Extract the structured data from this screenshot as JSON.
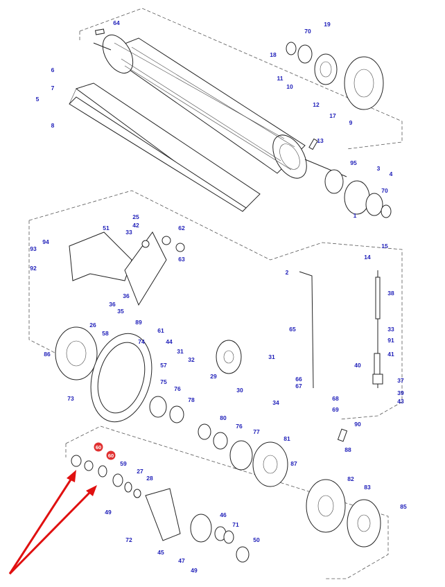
{
  "diagram": {
    "labels": [
      "64",
      "6",
      "7",
      "5",
      "8",
      "70",
      "19",
      "18",
      "11",
      "10",
      "12",
      "17",
      "9",
      "13",
      "95",
      "3",
      "4",
      "70",
      "1",
      "25",
      "42",
      "33",
      "51",
      "62",
      "63",
      "94",
      "93",
      "92",
      "36",
      "36",
      "35",
      "89",
      "26",
      "58",
      "74",
      "61",
      "44",
      "31",
      "32",
      "86",
      "57",
      "73",
      "29",
      "31",
      "30",
      "34",
      "75",
      "76",
      "78",
      "80",
      "76",
      "77",
      "2",
      "65",
      "15",
      "14",
      "38",
      "33",
      "91",
      "41",
      "40",
      "37",
      "39",
      "43",
      "66",
      "67",
      "68",
      "69",
      "90",
      "88",
      "81",
      "87",
      "82",
      "83",
      "85",
      "60",
      "60",
      "59",
      "27",
      "28",
      "49",
      "46",
      "71",
      "72",
      "45",
      "47",
      "49",
      "50"
    ],
    "highlighted": [
      "60",
      "60"
    ],
    "colors": {
      "label": "#1c1cb8",
      "highlight": "#e03030",
      "arrow": "#e01010",
      "line": "#333333"
    },
    "icons": [
      "roller-drum",
      "feed-plate",
      "bearing-flange",
      "pulley",
      "belt",
      "chain-sprocket",
      "red-arrow-icon"
    ]
  }
}
